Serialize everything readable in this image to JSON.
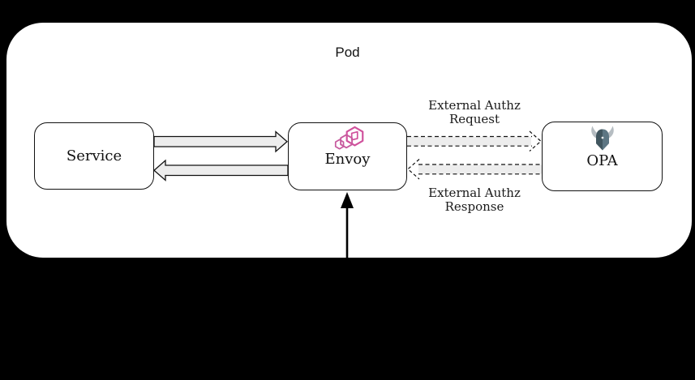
{
  "pod": {
    "label": "Pod"
  },
  "nodes": {
    "service": {
      "label": "Service"
    },
    "envoy": {
      "label": "Envoy",
      "icon": "envoy-logo"
    },
    "opa": {
      "label": "OPA",
      "icon": "opa-logo"
    }
  },
  "arrows": {
    "request_label": "External Authz Request",
    "response_label": "External Authz Response"
  },
  "colors": {
    "background": "#000000",
    "pod_fill": "#ffffff",
    "node_border": "#111111",
    "arrow_fill": "#ededed",
    "arrow_stroke": "#111111",
    "envoy_pink": "#d0519c",
    "opa_helmet_dark": "#41565f",
    "opa_helmet_light": "#5d7683",
    "opa_horn": "#b6bdc2",
    "text": "#111111"
  }
}
